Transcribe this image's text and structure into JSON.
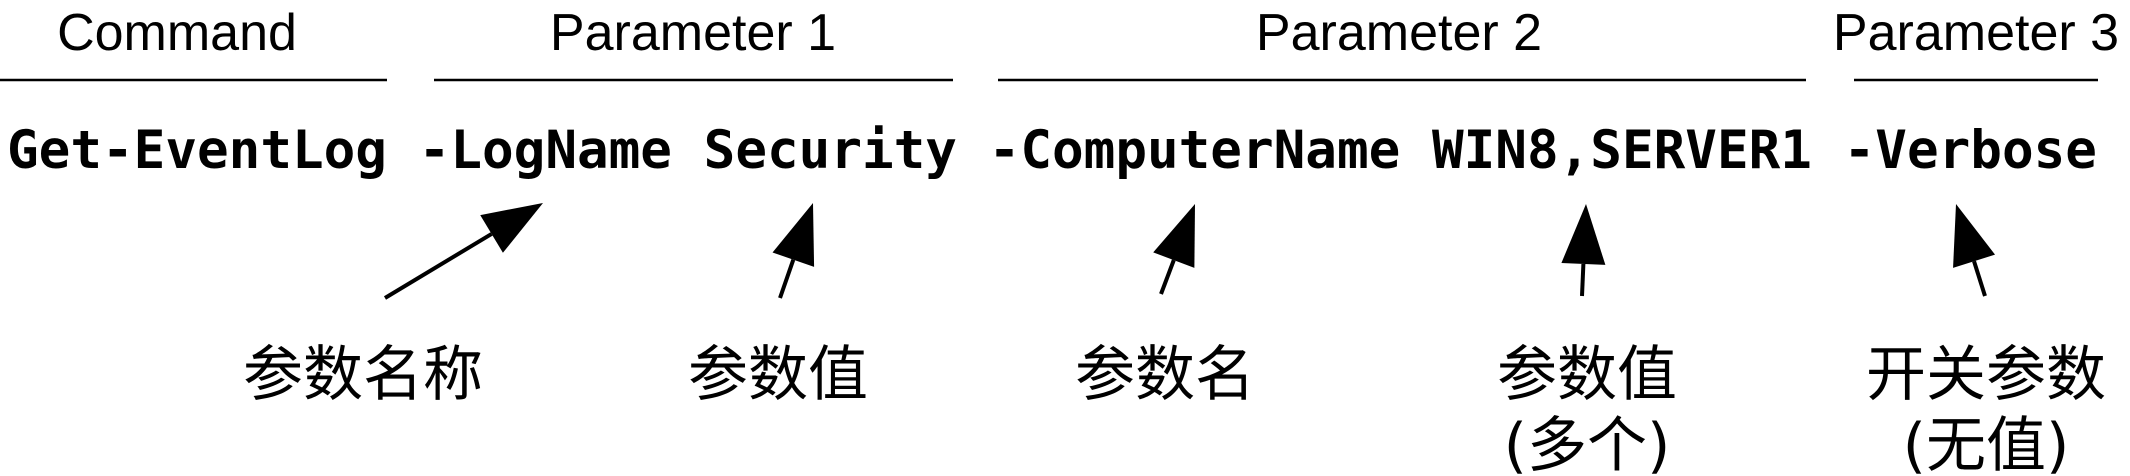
{
  "headers": {
    "command": "Command",
    "parameter1": "Parameter 1",
    "parameter2": "Parameter 2",
    "parameter3": "Parameter 3"
  },
  "code": {
    "command": "Get-EventLog",
    "p1_name": "-LogName",
    "p1_value": "Security",
    "p2_name": "-ComputerName",
    "p2_value": "WIN8,SERVER1",
    "p3_switch": "-Verbose"
  },
  "labels": {
    "param_name_full": "参数名称",
    "param_value": "参数值",
    "param_name": "参数名",
    "param_value_multi_line1": "参数值",
    "param_value_multi_line2": "(多个)",
    "switch_param_line1": "开关参数",
    "switch_param_line2": "(无值)"
  }
}
